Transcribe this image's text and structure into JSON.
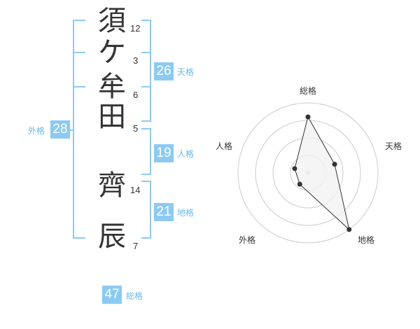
{
  "name_chars": [
    {
      "char": "須",
      "strokes": "12"
    },
    {
      "char": "ケ",
      "strokes": "3"
    },
    {
      "char": "牟",
      "strokes": "6"
    },
    {
      "char": "田",
      "strokes": "5"
    },
    {
      "char": "齊",
      "strokes": "14"
    },
    {
      "char": "辰",
      "strokes": "7"
    }
  ],
  "fortune": {
    "tenkaku": {
      "label": "天格",
      "value": "26"
    },
    "jinkaku": {
      "label": "人格",
      "value": "19"
    },
    "chikaku": {
      "label": "地格",
      "value": "21"
    },
    "gaikaku": {
      "label": "外格",
      "value": "28"
    },
    "soukaku": {
      "label": "総格",
      "value": "47"
    }
  },
  "chart_data": {
    "type": "radar",
    "axes": [
      "総格",
      "天格",
      "地格",
      "外格",
      "人格"
    ],
    "values": [
      4,
      2,
      5,
      1,
      1
    ],
    "max": 5,
    "rings": 4,
    "colors": {
      "fill": "#f2f2f2",
      "line": "#333333",
      "ring": "#cccccc",
      "point": "#333333"
    }
  }
}
